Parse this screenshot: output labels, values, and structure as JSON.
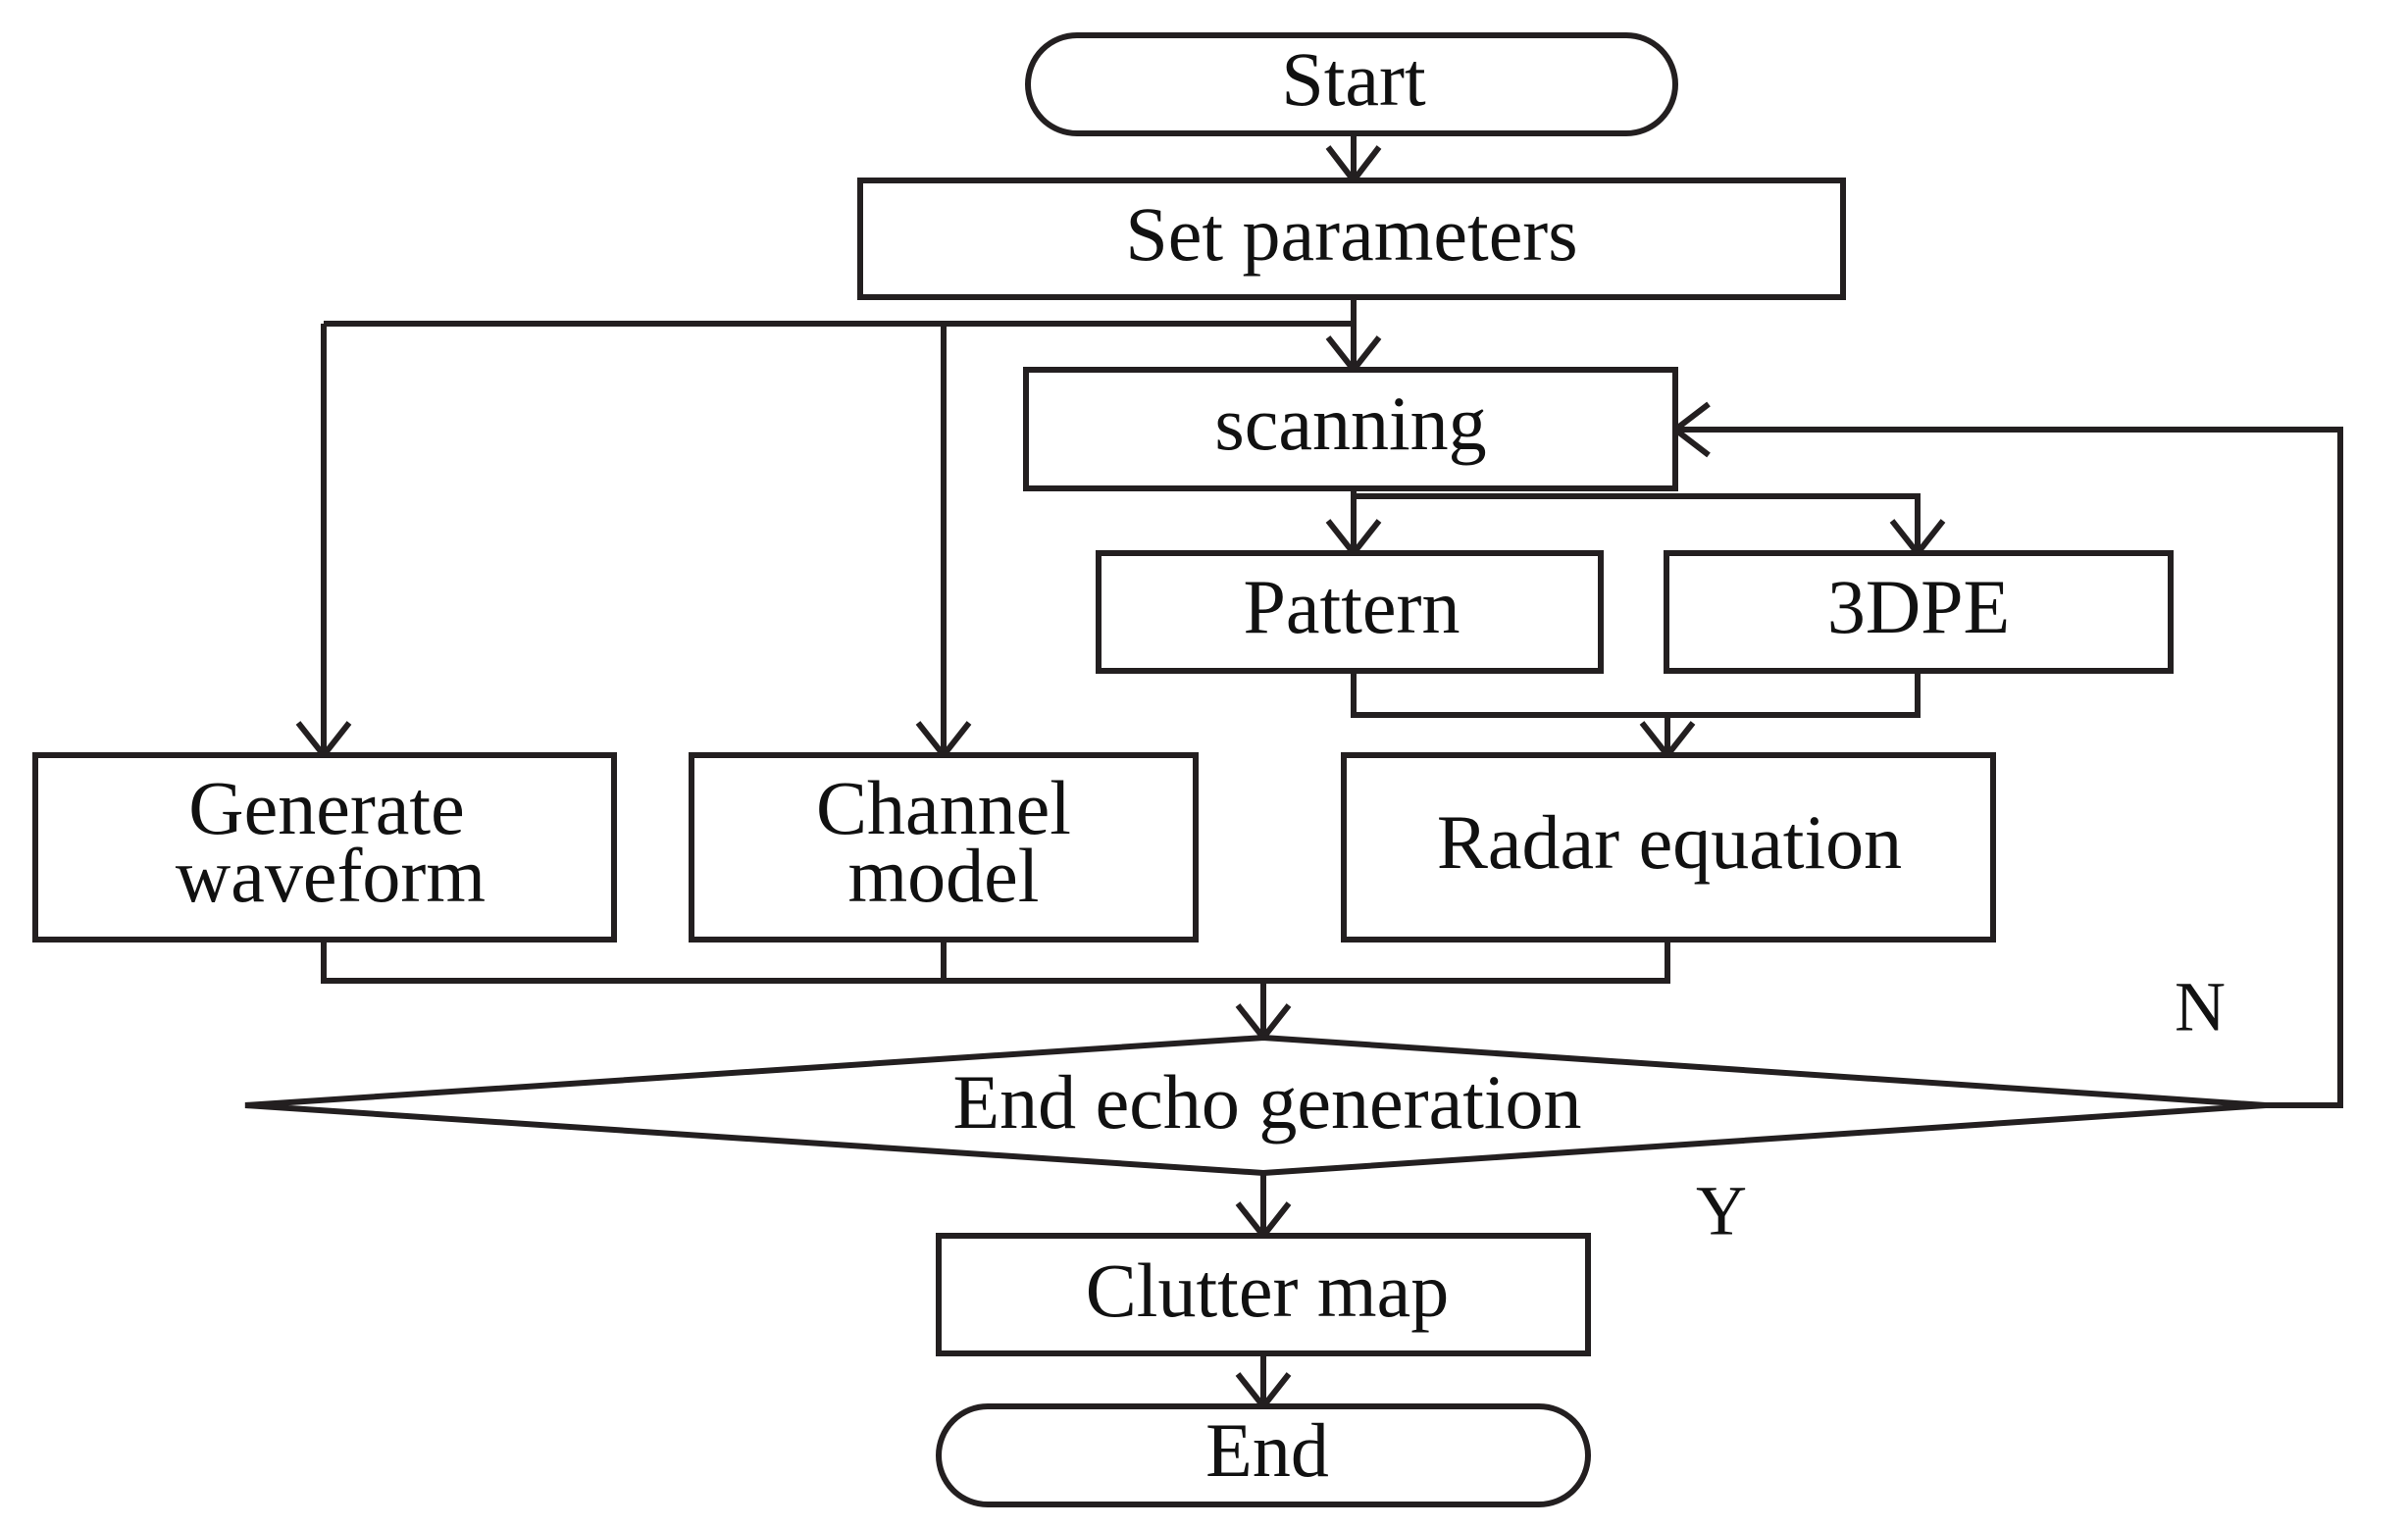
{
  "nodes": {
    "start": "Start",
    "set_parameters": "Set parameters",
    "scanning": "scanning",
    "pattern": "Pattern",
    "threedpe": "3DPE",
    "generate_waveform_line1": "Generate",
    "generate_waveform_line2": "waveform",
    "channel_model_line1": "Channel",
    "channel_model_line2": "model",
    "radar_equation": "Radar equation",
    "end_echo_generation": "End echo generation",
    "clutter_map": "Clutter map",
    "end": "End"
  },
  "edge_labels": {
    "no": "N",
    "yes": "Y"
  }
}
